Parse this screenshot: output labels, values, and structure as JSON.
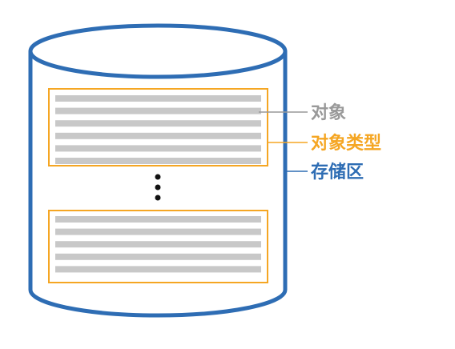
{
  "labels": {
    "object": "对象",
    "object_type": "对象类型",
    "storage_area": "存储区"
  },
  "colors": {
    "cylinder": "#2e6db4",
    "box": "#f5a623",
    "bar": "#c8c8c8",
    "object_label": "#999999",
    "object_type_label": "#f5a623",
    "storage_label": "#2e6db4",
    "dots": "#111111"
  },
  "groups": [
    {
      "name": "top-object-group",
      "bar_count": 6
    },
    {
      "name": "bottom-object-group",
      "bar_count": 5
    }
  ]
}
